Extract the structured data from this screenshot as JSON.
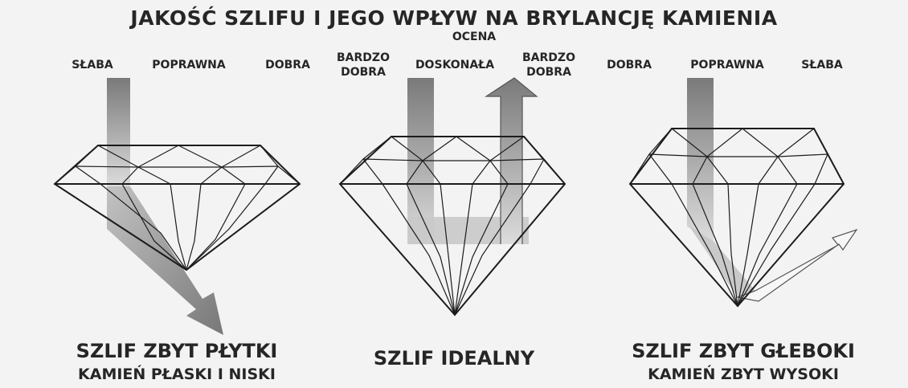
{
  "title": "JAKOŚĆ SZLIFU I JEGO WPŁYW NA BRYLANCJĘ KAMIENIA",
  "grade_header": "OCENA",
  "grades": {
    "shallow": {
      "slaba": "SŁABA",
      "poprawna": "POPRAWNA",
      "dobra": "DOBRA"
    },
    "ideal": {
      "bardzo_dobra_left": [
        "BARDZO",
        "DOBRA"
      ],
      "doskonala": "DOSKONAŁA",
      "bardzo_dobra_right": [
        "BARDZO",
        "DOBRA"
      ]
    },
    "deep": {
      "dobra": "DOBRA",
      "poprawna": "POPRAWNA",
      "slaba": "SŁABA"
    }
  },
  "captions": {
    "shallow": {
      "line1": "SZLIF ZBYT PŁYTKI",
      "line2": "KAMIEŃ PŁASKI I NISKI"
    },
    "ideal": {
      "line1": "SZLIF IDEALNY"
    },
    "deep": {
      "line1": "SZLIF ZBYT GŁEBOKI",
      "line2": "KAMIEŃ ZBYT WYSOKI"
    }
  },
  "colors": {
    "background": "#f3f3f3",
    "outline": "#1c1c1c",
    "light_beam": "#8e8e8e",
    "text": "#262626"
  }
}
